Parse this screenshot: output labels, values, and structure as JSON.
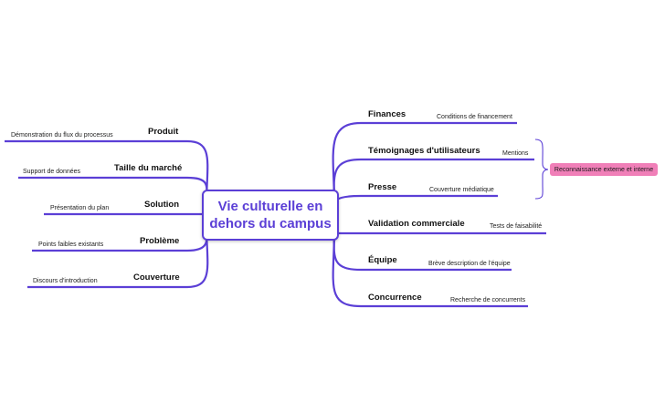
{
  "center": {
    "line1": "Vie culturelle en",
    "line2": "dehors du campus"
  },
  "left_branches": [
    {
      "title": "Produit",
      "detail": "Démonstration du flux du processus"
    },
    {
      "title": "Taille du marché",
      "detail": "Support de données"
    },
    {
      "title": "Solution",
      "detail": "Présentation du plan"
    },
    {
      "title": "Problème",
      "detail": "Points faibles existants"
    },
    {
      "title": "Couverture",
      "detail": "Discours d'introduction"
    }
  ],
  "right_branches": [
    {
      "title": "Finances",
      "detail": "Conditions de financement"
    },
    {
      "title": "Témoignages d'utilisateurs",
      "detail": "Mentions"
    },
    {
      "title": "Presse",
      "detail": "Couverture médiatique"
    },
    {
      "title": "Validation commerciale",
      "detail": "Tests de faisabilité"
    },
    {
      "title": "Équipe",
      "detail": "Brève description de l'équipe"
    },
    {
      "title": "Concurrence",
      "detail": "Recherche de concurrents"
    }
  ],
  "callout": {
    "label": "Reconnaissance externe et interne"
  },
  "colors": {
    "line": "#5b3fd6",
    "callout": "#f07fb8"
  }
}
